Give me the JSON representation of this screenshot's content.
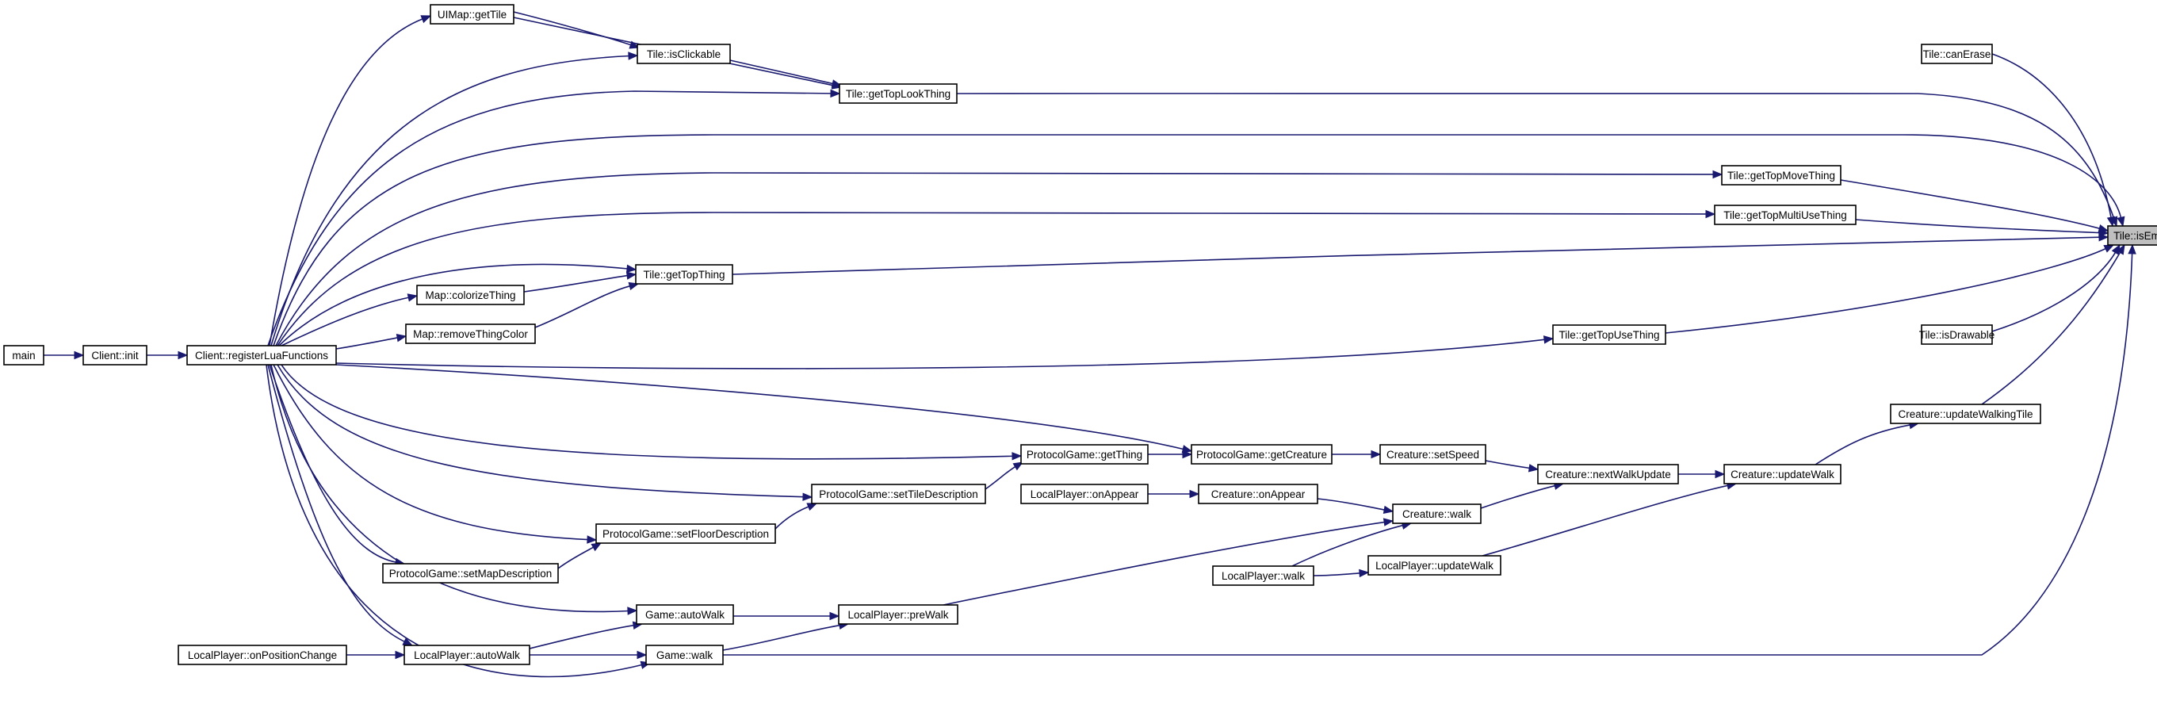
{
  "diagram_type": "call-graph",
  "colors": {
    "edge": "#191970",
    "node_border": "#000000",
    "node_fill": "#ffffff",
    "highlight_fill": "#bfbfbf"
  },
  "nodes": [
    {
      "id": "is_empty",
      "label": "Tile::isEmpty",
      "highlight": true
    },
    {
      "id": "can_erase",
      "label": "Tile::canErase"
    },
    {
      "id": "is_drawable",
      "label": "Tile::isDrawable"
    },
    {
      "id": "get_top_look_thing",
      "label": "Tile::getTopLookThing"
    },
    {
      "id": "get_top_move_thing",
      "label": "Tile::getTopMoveThing"
    },
    {
      "id": "get_top_multi_use_thing",
      "label": "Tile::getTopMultiUseThing"
    },
    {
      "id": "get_top_thing",
      "label": "Tile::getTopThing"
    },
    {
      "id": "get_top_use_thing",
      "label": "Tile::getTopUseThing"
    },
    {
      "id": "is_clickable",
      "label": "Tile::isClickable"
    },
    {
      "id": "uimap_get_tile",
      "label": "UIMap::getTile"
    },
    {
      "id": "map_colorize_thing",
      "label": "Map::colorizeThing"
    },
    {
      "id": "map_remove_thing_color",
      "label": "Map::removeThingColor"
    },
    {
      "id": "main",
      "label": "main"
    },
    {
      "id": "client_init",
      "label": "Client::init"
    },
    {
      "id": "client_register",
      "label": "Client::registerLuaFunctions"
    },
    {
      "id": "pg_get_thing",
      "label": "ProtocolGame::getThing"
    },
    {
      "id": "pg_get_creature",
      "label": "ProtocolGame::getCreature"
    },
    {
      "id": "pg_set_tile_desc",
      "label": "ProtocolGame::setTileDescription"
    },
    {
      "id": "pg_set_floor_desc",
      "label": "ProtocolGame::setFloorDescription"
    },
    {
      "id": "pg_set_map_desc",
      "label": "ProtocolGame::setMapDescription"
    },
    {
      "id": "creature_set_speed",
      "label": "Creature::setSpeed"
    },
    {
      "id": "creature_next_walk_update",
      "label": "Creature::nextWalkUpdate"
    },
    {
      "id": "creature_update_walk",
      "label": "Creature::updateWalk"
    },
    {
      "id": "creature_update_walking_tile",
      "label": "Creature::updateWalkingTile"
    },
    {
      "id": "lp_on_appear",
      "label": "LocalPlayer::onAppear"
    },
    {
      "id": "creature_on_appear",
      "label": "Creature::onAppear"
    },
    {
      "id": "creature_walk",
      "label": "Creature::walk"
    },
    {
      "id": "lp_walk",
      "label": "LocalPlayer::walk"
    },
    {
      "id": "lp_update_walk",
      "label": "LocalPlayer::updateWalk"
    },
    {
      "id": "game_auto_walk",
      "label": "Game::autoWalk"
    },
    {
      "id": "lp_pre_walk",
      "label": "LocalPlayer::preWalk"
    },
    {
      "id": "lp_on_position_change",
      "label": "LocalPlayer::onPositionChange"
    },
    {
      "id": "lp_auto_walk",
      "label": "LocalPlayer::autoWalk"
    },
    {
      "id": "game_walk",
      "label": "Game::walk"
    }
  ],
  "edges": [
    {
      "from": "can_erase",
      "to": "is_empty"
    },
    {
      "from": "get_top_look_thing",
      "to": "is_empty"
    },
    {
      "from": "client_register",
      "to": "is_empty"
    },
    {
      "from": "get_top_move_thing",
      "to": "is_empty"
    },
    {
      "from": "get_top_multi_use_thing",
      "to": "is_empty"
    },
    {
      "from": "get_top_thing",
      "to": "is_empty"
    },
    {
      "from": "get_top_use_thing",
      "to": "is_empty"
    },
    {
      "from": "is_drawable",
      "to": "is_empty"
    },
    {
      "from": "creature_update_walking_tile",
      "to": "is_empty"
    },
    {
      "from": "game_walk",
      "to": "is_empty"
    },
    {
      "from": "uimap_get_tile",
      "to": "is_clickable"
    },
    {
      "from": "uimap_get_tile",
      "to": "get_top_look_thing"
    },
    {
      "from": "is_clickable",
      "to": "get_top_look_thing"
    },
    {
      "from": "client_register",
      "to": "uimap_get_tile"
    },
    {
      "from": "client_register",
      "to": "is_clickable"
    },
    {
      "from": "client_register",
      "to": "get_top_look_thing"
    },
    {
      "from": "client_register",
      "to": "get_top_move_thing"
    },
    {
      "from": "client_register",
      "to": "get_top_multi_use_thing"
    },
    {
      "from": "client_register",
      "to": "get_top_thing"
    },
    {
      "from": "map_colorize_thing",
      "to": "get_top_thing"
    },
    {
      "from": "map_remove_thing_color",
      "to": "get_top_thing"
    },
    {
      "from": "client_register",
      "to": "map_colorize_thing"
    },
    {
      "from": "client_register",
      "to": "map_remove_thing_color"
    },
    {
      "from": "client_register",
      "to": "get_top_use_thing"
    },
    {
      "from": "main",
      "to": "client_init"
    },
    {
      "from": "client_init",
      "to": "client_register"
    },
    {
      "from": "client_register",
      "to": "pg_get_creature"
    },
    {
      "from": "client_register",
      "to": "pg_get_thing"
    },
    {
      "from": "pg_get_thing",
      "to": "pg_get_creature"
    },
    {
      "from": "pg_set_tile_desc",
      "to": "pg_get_thing"
    },
    {
      "from": "client_register",
      "to": "pg_set_tile_desc"
    },
    {
      "from": "pg_set_floor_desc",
      "to": "pg_set_tile_desc"
    },
    {
      "from": "client_register",
      "to": "pg_set_floor_desc"
    },
    {
      "from": "pg_set_map_desc",
      "to": "pg_set_floor_desc"
    },
    {
      "from": "client_register",
      "to": "pg_set_map_desc"
    },
    {
      "from": "pg_get_creature",
      "to": "creature_set_speed"
    },
    {
      "from": "creature_set_speed",
      "to": "creature_next_walk_update"
    },
    {
      "from": "creature_next_walk_update",
      "to": "creature_update_walk"
    },
    {
      "from": "creature_update_walk",
      "to": "creature_update_walking_tile"
    },
    {
      "from": "creature_walk",
      "to": "creature_next_walk_update"
    },
    {
      "from": "lp_update_walk",
      "to": "creature_update_walk"
    },
    {
      "from": "lp_on_appear",
      "to": "creature_on_appear"
    },
    {
      "from": "creature_on_appear",
      "to": "creature_walk"
    },
    {
      "from": "lp_walk",
      "to": "creature_walk"
    },
    {
      "from": "lp_walk",
      "to": "lp_update_walk"
    },
    {
      "from": "lp_pre_walk",
      "to": "creature_walk"
    },
    {
      "from": "game_auto_walk",
      "to": "lp_pre_walk"
    },
    {
      "from": "game_walk",
      "to": "lp_pre_walk"
    },
    {
      "from": "client_register",
      "to": "game_auto_walk"
    },
    {
      "from": "lp_auto_walk",
      "to": "game_auto_walk"
    },
    {
      "from": "lp_on_position_change",
      "to": "lp_auto_walk"
    },
    {
      "from": "client_register",
      "to": "lp_auto_walk"
    },
    {
      "from": "lp_auto_walk",
      "to": "game_walk"
    },
    {
      "from": "client_register",
      "to": "game_walk"
    }
  ]
}
